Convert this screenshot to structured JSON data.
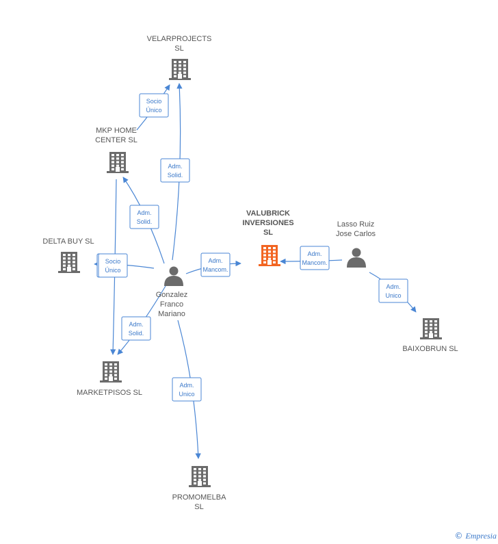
{
  "nodes": {
    "velarprojects": {
      "lines": [
        "VELARPROJECTS",
        "SL"
      ],
      "kind": "company"
    },
    "mkp": {
      "lines": [
        "MKP HOME",
        "CENTER  SL"
      ],
      "kind": "company"
    },
    "deltabuy": {
      "lines": [
        "DELTA BUY  SL"
      ],
      "kind": "company"
    },
    "valubrick": {
      "lines": [
        "VALUBRICK",
        "INVERSIONES",
        "SL"
      ],
      "kind": "company-main"
    },
    "lasso": {
      "lines": [
        "Lasso Ruiz",
        "Jose Carlos"
      ],
      "kind": "person"
    },
    "gonzalez": {
      "lines": [
        "Gonzalez",
        "Franco",
        "Mariano"
      ],
      "kind": "person"
    },
    "baixobrun": {
      "lines": [
        "BAIXOBRUN  SL"
      ],
      "kind": "company"
    },
    "marketpisos": {
      "lines": [
        "MARKETPISOS SL"
      ],
      "kind": "company"
    },
    "promomelba": {
      "lines": [
        "PROMOMELBA",
        "SL"
      ],
      "kind": "company"
    }
  },
  "edges": [
    {
      "from": "mkp",
      "to": "velarprojects",
      "label": [
        "Socio",
        "Único"
      ]
    },
    {
      "from": "gonzalez",
      "to": "velarprojects",
      "label": [
        "Adm.",
        "Solid."
      ]
    },
    {
      "from": "gonzalez",
      "to": "mkp",
      "label": [
        "Adm.",
        "Solid."
      ]
    },
    {
      "from": "gonzalez",
      "to": "deltabuy",
      "label": [
        "Adm.",
        "Solid."
      ]
    },
    {
      "from": "mkp",
      "to": "marketpisos",
      "label": [
        "Socio",
        "Único"
      ]
    },
    {
      "from": "gonzalez",
      "to": "marketpisos",
      "label": [
        "Adm.",
        "Solid."
      ]
    },
    {
      "from": "gonzalez",
      "to": "valubrick",
      "label": [
        "Adm.",
        "Mancom."
      ]
    },
    {
      "from": "lasso",
      "to": "valubrick",
      "label": [
        "Adm.",
        "Mancom."
      ]
    },
    {
      "from": "lasso",
      "to": "baixobrun",
      "label": [
        "Adm.",
        "Unico"
      ]
    },
    {
      "from": "gonzalez",
      "to": "promomelba",
      "label": [
        "Adm.",
        "Unico"
      ]
    }
  ],
  "colors": {
    "edge": "#4a86d4",
    "company": "#6b6b6b",
    "main": "#f26522",
    "person": "#6b6b6b"
  },
  "watermark": {
    "symbol": "©",
    "brand": "Empresia"
  }
}
